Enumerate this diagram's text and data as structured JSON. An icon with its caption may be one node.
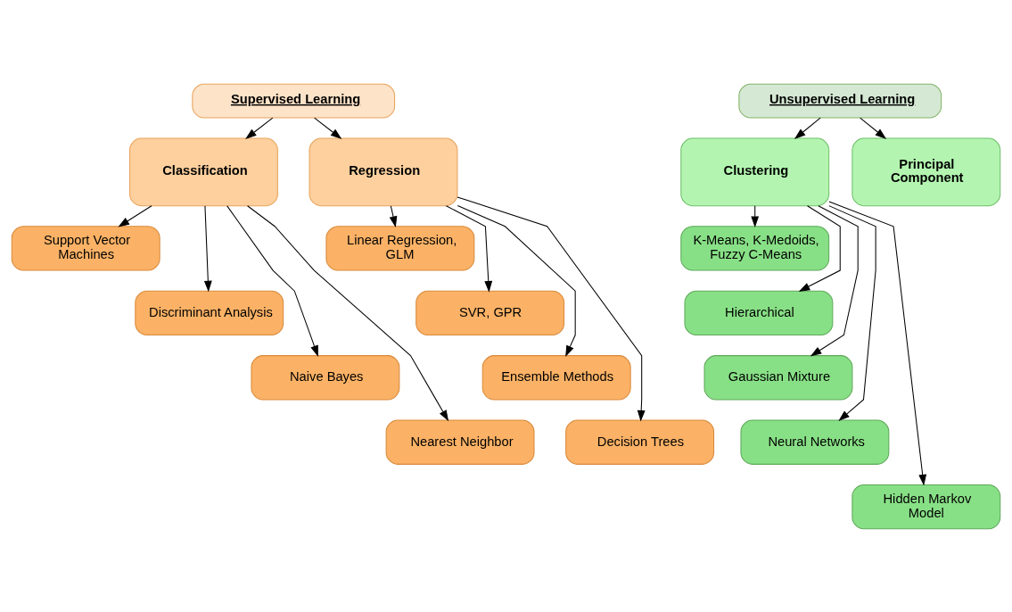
{
  "diagram": {
    "nodes": [
      {
        "text": [
          "Supervised Learning"
        ]
      },
      {
        "text": [
          "Classification"
        ]
      },
      {
        "text": [
          "Regression"
        ]
      },
      {
        "text": [
          "Support Vector Machines"
        ]
      },
      {
        "text": [
          "Discriminant Analysis"
        ]
      },
      {
        "text": [
          "Naive Bayes"
        ]
      },
      {
        "text": [
          "Nearest Neighbor"
        ]
      },
      {
        "text": [
          "Linear Regression, GLM"
        ]
      },
      {
        "text": [
          "SVR, GPR"
        ]
      },
      {
        "text": [
          "Ensemble Methods"
        ]
      },
      {
        "text": [
          "Decision Trees"
        ]
      },
      {
        "text": [
          "Unsupervised Learning"
        ]
      },
      {
        "text": [
          "Clustering"
        ]
      },
      {
        "text": [
          "Principal Component"
        ]
      },
      {
        "text": [
          "K-Means, K-Medoids, Fuzzy C-Means"
        ]
      },
      {
        "text": [
          "Hierarchical"
        ]
      },
      {
        "text": [
          "Gaussian Mixture"
        ]
      },
      {
        "text": [
          "Neural Networks"
        ]
      },
      {
        "text": [
          "Hidden Markov Model"
        ]
      }
    ],
    "edges": [
      {
        "from": 0,
        "to": 1,
        "arrow": "to"
      },
      {
        "from": 0,
        "to": 2,
        "arrow": "to"
      },
      {
        "from": 1,
        "to": 3,
        "arrow": "to"
      },
      {
        "from": 1,
        "to": 4,
        "arrow": "to"
      },
      {
        "from": 1,
        "to": 5,
        "arrow": "to"
      },
      {
        "from": 1,
        "to": 6,
        "arrow": "to"
      },
      {
        "from": 2,
        "to": 7,
        "arrow": "to"
      },
      {
        "from": 2,
        "to": 8,
        "arrow": "to"
      },
      {
        "from": 2,
        "to": 9,
        "arrow": "to"
      },
      {
        "from": 2,
        "to": 10,
        "arrow": "to"
      },
      {
        "from": 11,
        "to": 12,
        "arrow": "to"
      },
      {
        "from": 11,
        "to": 13,
        "arrow": "to"
      },
      {
        "from": 12,
        "to": 14,
        "arrow": "to"
      },
      {
        "from": 12,
        "to": 15,
        "arrow": "to"
      },
      {
        "from": 12,
        "to": 16,
        "arrow": "to"
      },
      {
        "from": 12,
        "to": 17,
        "arrow": "to"
      },
      {
        "from": 12,
        "to": 18,
        "arrow": "to"
      }
    ]
  }
}
